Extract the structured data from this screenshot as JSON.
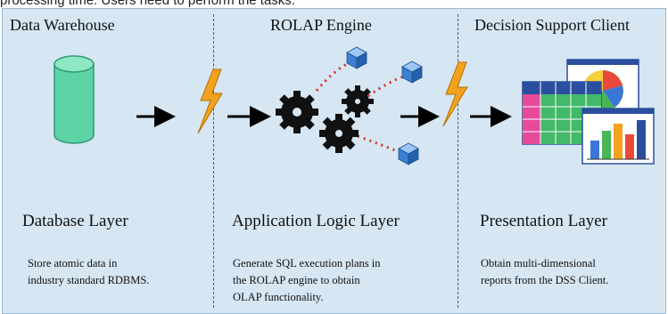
{
  "top_text": "processing time. Users need to perform the tasks.",
  "columns": [
    {
      "header": "Data Warehouse",
      "layer": "Database Layer",
      "description": "Store atomic data in\nindustry standard RDBMS."
    },
    {
      "header": "ROLAP Engine",
      "layer": "Application Logic Layer",
      "description": "Generate SQL execution plans in\nthe ROLAP engine to obtain\nOLAP functionality."
    },
    {
      "header": "Decision Support Client",
      "layer": "Presentation Layer",
      "description": "Obtain multi-dimensional\nreports from the DSS Client."
    }
  ],
  "colors": {
    "panel_background": "#d6e6f2",
    "database_green": "#5ed3a6",
    "lightning_orange": "#f2a21e",
    "connector_red": "#d0342c",
    "cube_blue": "#3d7fd1"
  },
  "icons": [
    "database-icon",
    "lightning-icon",
    "arrow-icon",
    "gears-icon",
    "cube-icon",
    "report-table-icon",
    "pie-chart-icon",
    "bar-chart-icon"
  ]
}
